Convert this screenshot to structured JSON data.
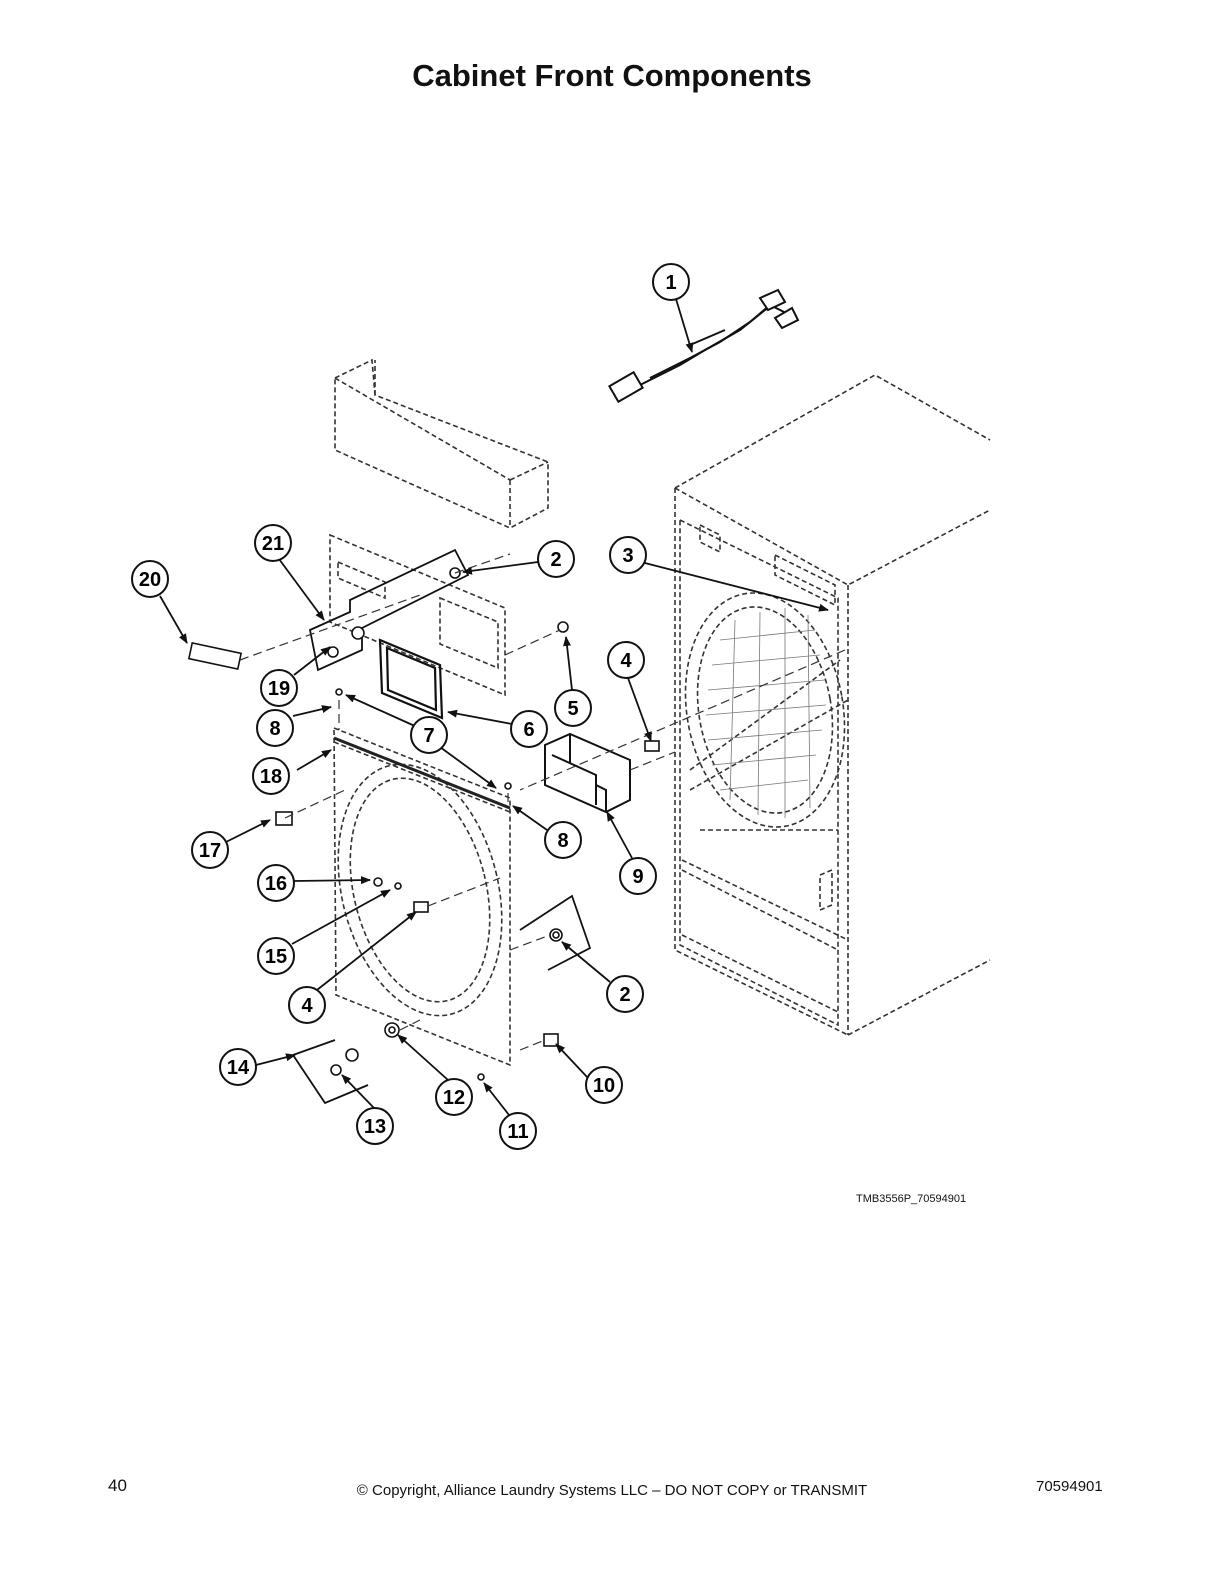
{
  "page": {
    "title": "Cabinet Front Components",
    "figure_id": "TMB3556P_70594901",
    "footer": {
      "page_number": "40",
      "copyright": "© Copyright, Alliance Laundry Systems LLC – DO NOT COPY or TRANSMIT",
      "document_number": "70594901"
    }
  },
  "callouts": [
    "1",
    "2",
    "3",
    "21",
    "20",
    "19",
    "8",
    "7",
    "6",
    "5",
    "4",
    "18",
    "17",
    "9",
    "16",
    "15",
    "2",
    "4",
    "14",
    "12",
    "10",
    "13",
    "11",
    "8"
  ]
}
